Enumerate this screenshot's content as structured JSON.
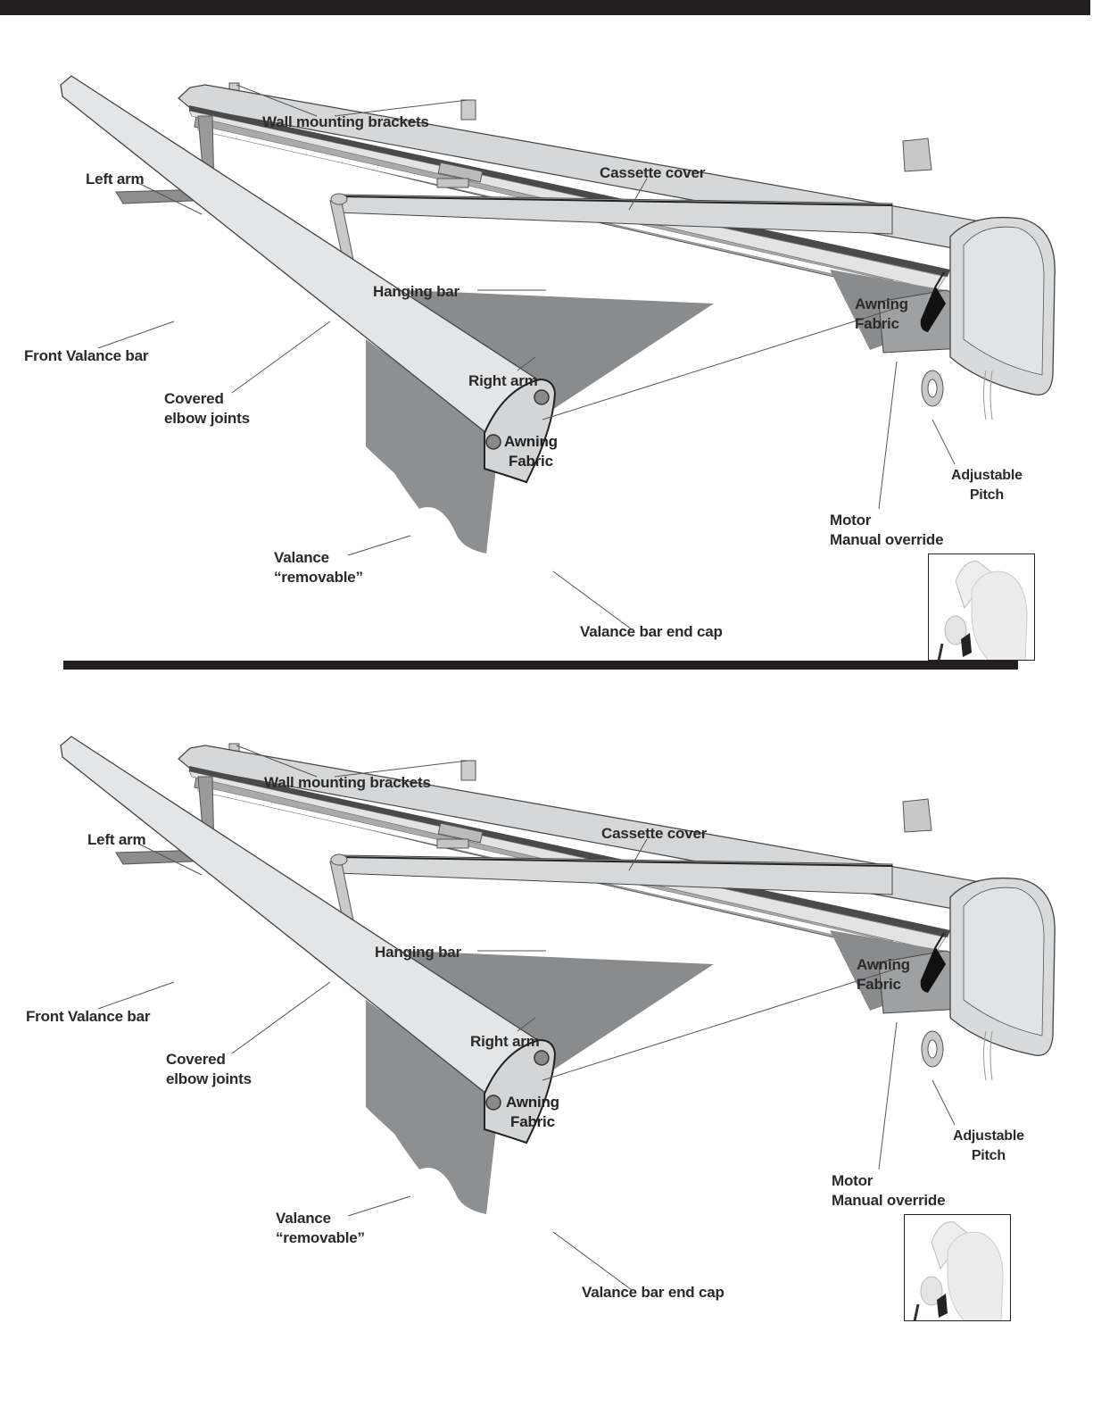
{
  "labels": {
    "wall_mounting_brackets": "Wall mounting brackets",
    "left_arm": "Left arm",
    "cassette_cover": "Cassette cover",
    "hanging_bar": "Hanging bar",
    "awning_fabric_top_1": "Awning",
    "awning_fabric_top_2": "Fabric",
    "front_valance_bar": "Front Valance bar",
    "covered_elbow_1": "Covered",
    "covered_elbow_2": "elbow joints",
    "right_arm": "Right arm",
    "awning_fabric_1": "Awning",
    "awning_fabric_2": "Fabric",
    "adjustable_1": "Adjustable",
    "adjustable_2": "Pitch",
    "motor_1": "Motor",
    "motor_2": "Manual override",
    "valance_1": "Valance",
    "valance_2": "“removable”",
    "end_cap": "Valance bar end cap"
  },
  "colors": {
    "bar": "#231f20",
    "body": "#d9dadb",
    "light": "#e6e7e8",
    "fabric": "#8a8b8d",
    "outline": "#4a4a4a"
  }
}
